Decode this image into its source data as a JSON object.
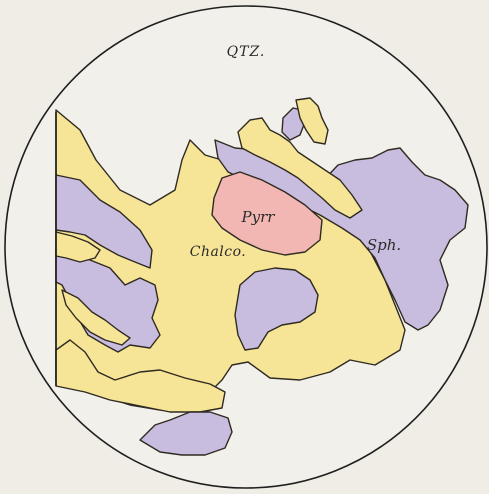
{
  "figure": {
    "labels": {
      "quartz": "QTZ.",
      "pyrrhotite": "Pyrr",
      "chalcopyrite": "Chalco.",
      "sphalerite": "Sph."
    },
    "colors": {
      "paper": "#efede6",
      "quartz_field": "#f2f0ea",
      "chalcopyrite": "#f6e497",
      "sphalerite": "#c9bddf",
      "pyrrhotite": "#f2b7b2",
      "outline": "#2f2a22"
    }
  }
}
